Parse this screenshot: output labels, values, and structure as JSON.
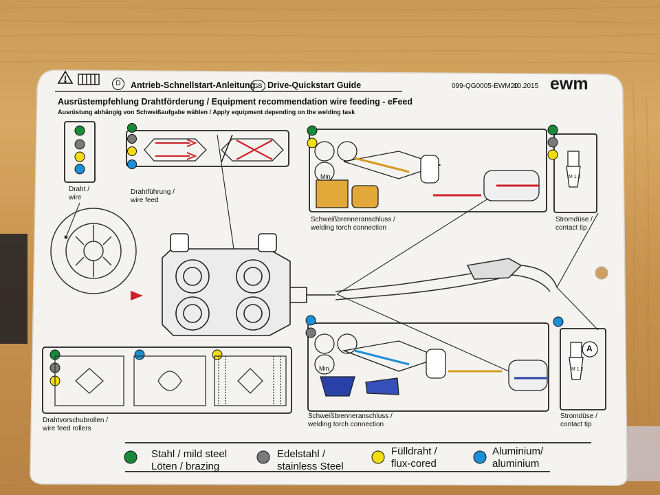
{
  "header": {
    "title_de": "Antrieb-Schnellstart-Anleitung",
    "title_en": "Drive-Quickstart Guide",
    "de_badge": "D",
    "gb_badge": "GB",
    "doc_number": "099-QG0005-EWM20",
    "date": "10.2015",
    "brand": "ewm"
  },
  "section": {
    "heading": "Ausrüstempfehlung Drahtförderung / Equipment recommendation wire feeding - eFeed",
    "subheading": "Ausrüstung abhängig von Schweißaufgabe wählen / Apply equipment depending on the welding task"
  },
  "labels": {
    "wire": "Draht /\nwire",
    "wire_feed": "Drahtführung /\nwire feed",
    "torch_top": "Schweißbrenneranschluss /\nwelding torch connection",
    "torch_bottom": "Schweißbrenneranschluss /\nwelding torch connection",
    "tip_top": "Stromdüse /\ncontact tip",
    "tip_bottom": "Stromdüse /\ncontact tip",
    "rollers": "Drahtvorschubrollen /\nwire feed rollers",
    "min_top": "Min.",
    "min_bottom": "Min.",
    "badge_a": "A",
    "tip_mark": "M 1.2"
  },
  "legend": [
    {
      "color": "#1a8a3a",
      "text": "Stahl / mild steel\nLöten / brazing"
    },
    {
      "color": "#7a7a7a",
      "text": "Edelstahl /\nstainless Steel"
    },
    {
      "color": "#f2dd10",
      "text": "Fülldraht /\nflux-cored"
    },
    {
      "color": "#1d8fd6",
      "text": "Aluminium/\naluminium"
    }
  ],
  "colors": {
    "green": "#1a8a3a",
    "grey": "#7a7a7a",
    "yellow": "#f2dd10",
    "blue": "#1d8fd6",
    "red": "#d0202a",
    "card": "#f4f3f0"
  }
}
